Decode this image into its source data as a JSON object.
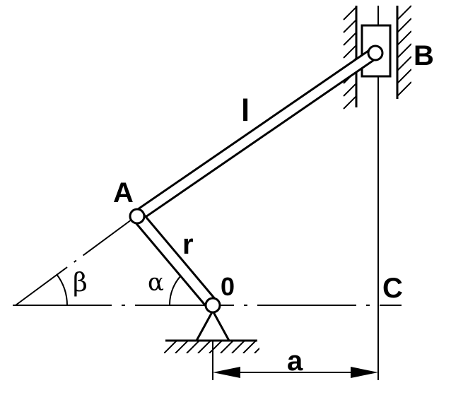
{
  "labels": {
    "point_A": "A",
    "point_B": "B",
    "point_C": "C",
    "point_O": "0",
    "link_l": "l",
    "link_r": "r",
    "distance_a": "a",
    "angle_alpha": "α",
    "angle_beta": "β"
  },
  "colors": {
    "ink": "#000000",
    "background": "#ffffff"
  }
}
